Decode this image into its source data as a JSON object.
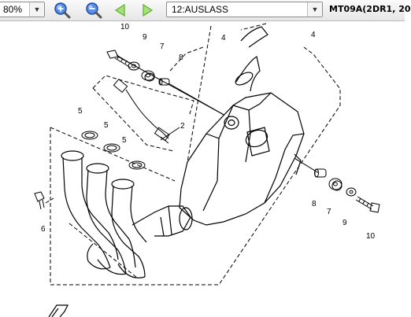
{
  "toolbar": {
    "zoom": {
      "value": "80%"
    },
    "buttons": [
      {
        "name": "zoom-in-button",
        "icon": "magnifier-plus-icon"
      },
      {
        "name": "zoom-out-button",
        "icon": "magnifier-minus-icon"
      },
      {
        "name": "previous-button",
        "icon": "arrow-left-icon"
      },
      {
        "name": "next-button",
        "icon": "arrow-right-icon"
      }
    ],
    "section": {
      "value": "12:AUSLASS"
    },
    "model_title": "MT09A(2DR1, 20"
  },
  "colors": {
    "toolbar_bg": "#e6e6e6",
    "zoom_icon": "#2a62c9",
    "nav_arrow": "#7fcf3a",
    "drawing_line": "#000000"
  },
  "diagram": {
    "callouts": [
      "10",
      "9",
      "7",
      "8",
      "4",
      "4",
      "5",
      "5",
      "5",
      "2",
      "6",
      "8",
      "7",
      "9",
      "10"
    ]
  }
}
